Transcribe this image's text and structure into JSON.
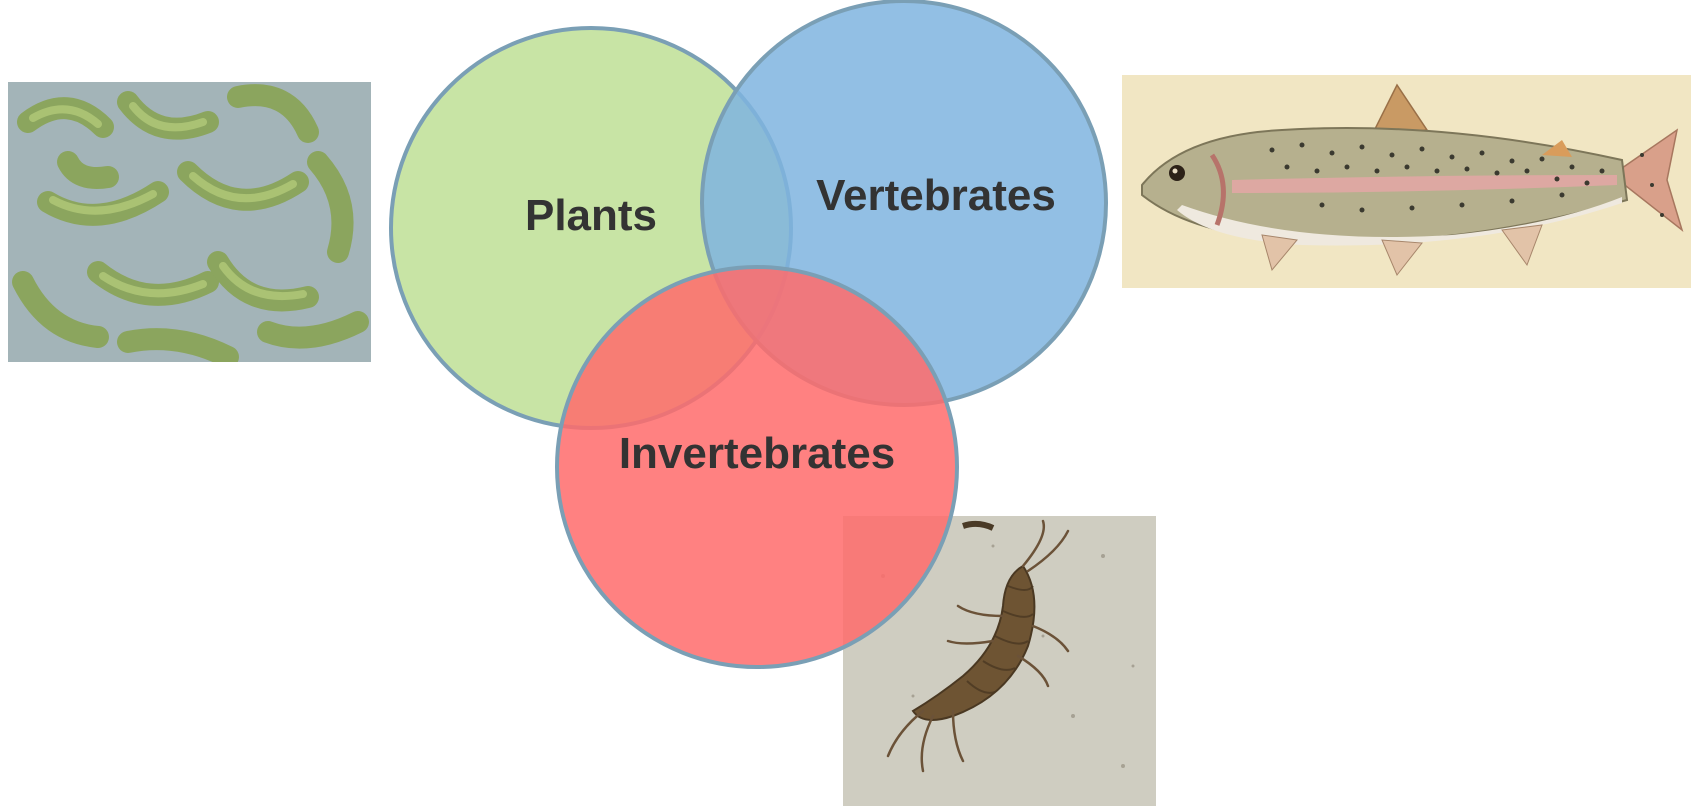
{
  "diagram": {
    "type": "venn",
    "sets": [
      {
        "id": "plants",
        "label": "Plants",
        "color": "#c5e3a0"
      },
      {
        "id": "vertebrates",
        "label": "Vertebrates",
        "color": "#7fb4df"
      },
      {
        "id": "invertebrates",
        "label": "Invertebrates",
        "color": "#ff6b6b"
      }
    ],
    "outline_color": "#7a9fb5",
    "label_color": "#333333"
  },
  "images": [
    {
      "name": "algae-photo",
      "depicts": "green crescent-shaped algae cells (microscope view)"
    },
    {
      "name": "fish-photo",
      "depicts": "rainbow trout illustration"
    },
    {
      "name": "invertebrate-photo",
      "depicts": "aquatic invertebrate (amphipod) on light background"
    }
  ]
}
